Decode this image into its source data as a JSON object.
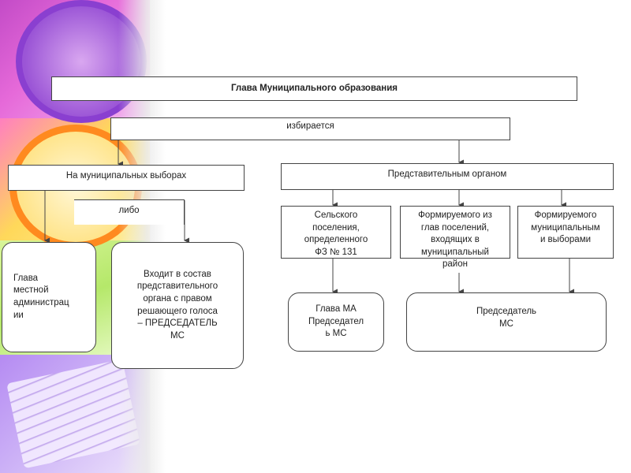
{
  "diagram": {
    "head": "Глава Муниципального образования",
    "elected": "избирается",
    "left_branch": "На муниципальных выборах",
    "right_branch": "Представительным органом",
    "either": "либо",
    "left_option_1": "Глава местной администрации",
    "left_option_1_lines": [
      "Глава",
      "местной",
      "администрац",
      "ии"
    ],
    "left_option_2_lines": [
      "Входит в состав",
      "представительного",
      "органа с правом",
      "решающего голоса",
      "– ПРЕДСЕДАТЕЛЬ",
      "МС"
    ],
    "rep_1_lines": [
      "Сельского",
      "поселения,",
      "определенного",
      "ФЗ № 131"
    ],
    "rep_2_lines": [
      "Формируемого из",
      "глав поселений,",
      "входящих в",
      "муниципальный",
      "район"
    ],
    "rep_3_lines": [
      "Формируемого",
      "муниципальным",
      "и выборами"
    ],
    "result_1_lines": [
      "Глава МА",
      "Председател",
      "ь МС"
    ],
    "result_2_lines": [
      "Председатель",
      "МС"
    ]
  },
  "colors": {
    "line": "#444444",
    "box_border": "#444444"
  }
}
